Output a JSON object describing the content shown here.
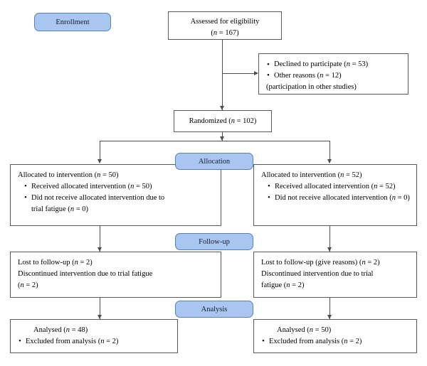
{
  "diagram": {
    "type": "consort-flow-diagram",
    "colors": {
      "stage_fill": "#a8c6f0",
      "stage_border": "#5a7fb5",
      "box_border": "#595959",
      "connector": "#4d4d4d",
      "text": "#000000",
      "background": "#ffffff"
    },
    "stages": [
      {
        "id": "enrollment",
        "label": "Enrollment"
      },
      {
        "id": "allocation",
        "label": "Allocation"
      },
      {
        "id": "followup",
        "label": "Follow-up"
      },
      {
        "id": "analysis",
        "label": "Analysis"
      }
    ],
    "boxes": {
      "assessed": {
        "line1": "Assessed for eligibility",
        "line2_pre": "(",
        "line2_n": "n",
        "line2_post": " = 167)"
      },
      "excluded": {
        "item1_pre": "Declined to participate (",
        "item1_n": "n",
        "item1_post": " = 53)",
        "item2_pre": "Other reasons (",
        "item2_n": "n",
        "item2_post": " = 12)",
        "item3": "(participation in other studies)"
      },
      "randomized": {
        "pre": "Randomized (",
        "n": "n",
        "post": " = 102)"
      },
      "alloc_left": {
        "title_pre": "Allocated to intervention (",
        "title_n": "n",
        "title_post": " = 50)",
        "item1_pre": "Received allocated intervention (",
        "item1_n": "n",
        "item1_post": " = 50)",
        "item2_pre": "Did not receive allocated intervention due to",
        "item2_cont_pre": "trial fatigue (",
        "item2_n": "n",
        "item2_post": " = 0)"
      },
      "alloc_right": {
        "title_pre": "Allocated to intervention (",
        "title_n": "n",
        "title_post": " = 52)",
        "item1_pre": "Received allocated intervention (",
        "item1_n": "n",
        "item1_post": " = 52)",
        "item2_pre": "Did not receive allocated intervention (",
        "item2_n": "n",
        "item2_post": " = 0)"
      },
      "follow_left": {
        "line1_pre": "Lost to follow-up (",
        "line1_n": "n",
        "line1_post": " = 2)",
        "line2": "Discontinued intervention due to trial fatigue",
        "line3_pre": "(",
        "line3_n": "n",
        "line3_post": " = 2)"
      },
      "follow_right": {
        "line1_pre": "Lost to follow-up (give reasons) (",
        "line1_n": "n",
        "line1_post": " = 2)",
        "line2": "Discontinued intervention due to trial",
        "line3_pre": "fatigue (",
        "line3_n": "n",
        "line3_post": " = 2)"
      },
      "analysis_left": {
        "line1_pre": "Analysed (",
        "line1_n": "n",
        "line1_post": " = 48)",
        "item1_pre": "Excluded from analysis (",
        "item1_n": "n",
        "item1_post": " = 2)"
      },
      "analysis_right": {
        "line1_pre": "Analysed (",
        "line1_n": "n",
        "line1_post": " = 50)",
        "item1_pre": "Excluded from analysis (",
        "item1_n": "n",
        "item1_post": " = 2)"
      }
    }
  }
}
